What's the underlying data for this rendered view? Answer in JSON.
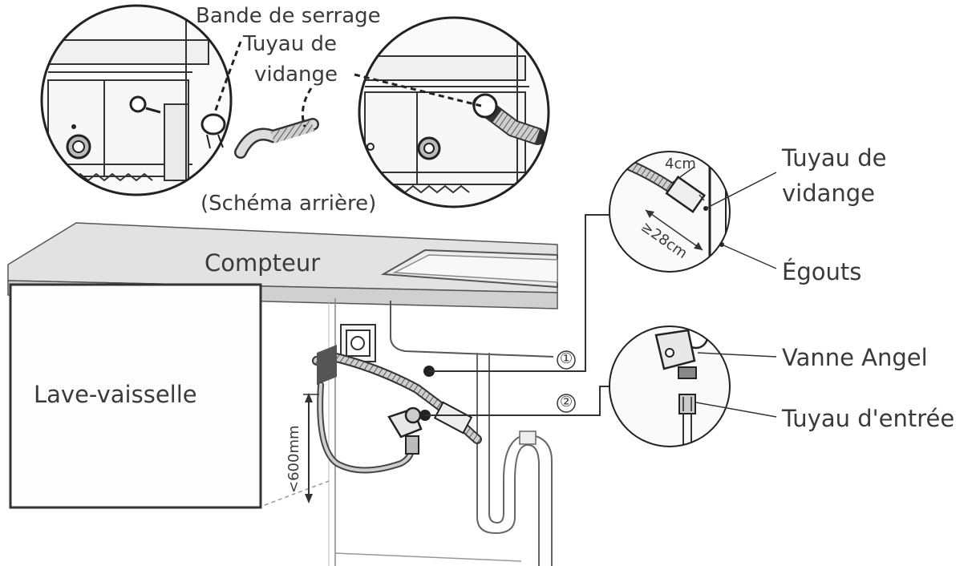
{
  "diagram": {
    "labels": {
      "clamp_band": "Bande de serrage",
      "drain_hose_top_line1": "Tuyau de",
      "drain_hose_top_line2": "vidange",
      "rear_view": "(Schéma arrière)",
      "counter": "Compteur",
      "dishwasher": "Lave-vaisselle",
      "height_limit": "<600mm",
      "drain_hose_right_line1": "Tuyau de",
      "drain_hose_right_line2": "vidange",
      "sewer": "Égouts",
      "angle_valve": "Vanne Angel",
      "inlet_hose": "Tuyau d'entrée",
      "dim_4cm": "4cm",
      "dim_28cm": "≥28cm",
      "callout_1": "①",
      "callout_2": "②"
    }
  }
}
